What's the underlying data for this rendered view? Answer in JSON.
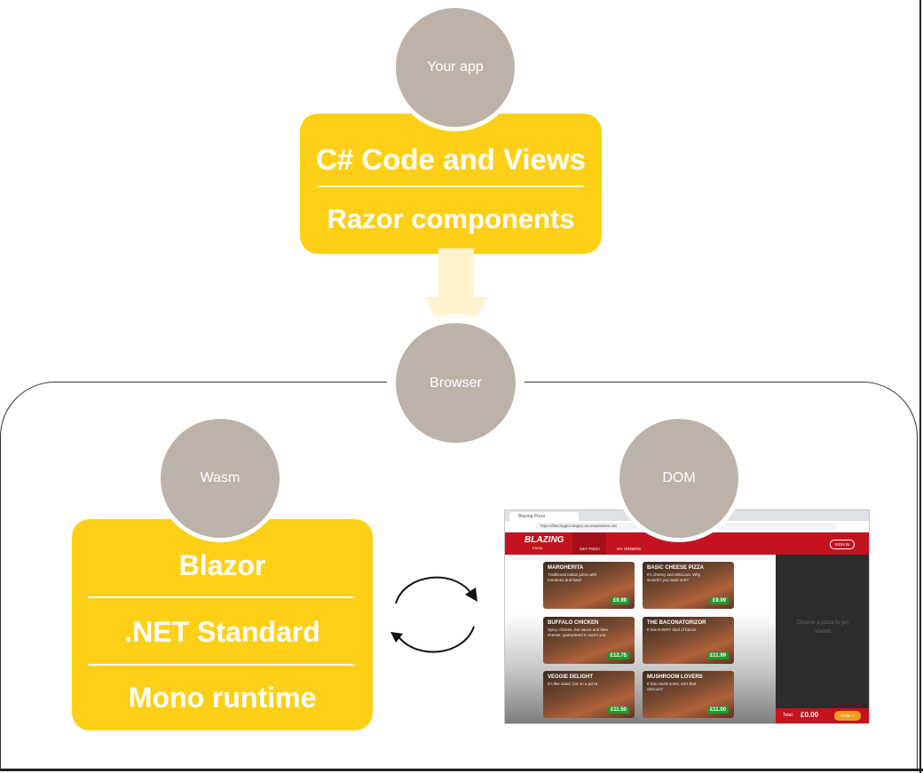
{
  "nodes": {
    "your_app": "Your app",
    "browser": "Browser",
    "wasm": "Wasm",
    "dom": "DOM"
  },
  "app_box": {
    "lines": [
      "C# Code and Views",
      "Razor components"
    ]
  },
  "wasm_box": {
    "lines": [
      "Blazor",
      ".NET Standard",
      "Mono runtime"
    ]
  },
  "screenshot": {
    "tab_title": "Blazing Pizza",
    "url": "https://blazingpizzaapp1.azurewebsites.net",
    "logo": "BLAZING",
    "logo_sub": "PIZZA",
    "nav": [
      "GET PIZZA",
      "MY ORDERS"
    ],
    "sign_in": "SIGN IN",
    "side_note": "Choose a pizza to get started",
    "total_label": "Total:",
    "total_value": "£0.00",
    "order_button": "Order >",
    "pizzas": [
      {
        "name": "MARGHERITA",
        "desc": "Traditional Italian pizza with tomatoes and basil",
        "price": "£9.99"
      },
      {
        "name": "BASIC CHEESE PIZZA",
        "desc": "It's cheesy and delicious. Why wouldn't you want one?",
        "price": "£9.99"
      },
      {
        "name": "BUFFALO CHICKEN",
        "desc": "Spicy chicken, hot sauce and bleu cheese, guaranteed to warm you",
        "price": "£12.75"
      },
      {
        "name": "THE BACONATORIZOR",
        "desc": "It has EVERY kind of bacon",
        "price": "£11.99"
      },
      {
        "name": "VEGGIE DELIGHT",
        "desc": "It's like salad, but on a pizza",
        "price": "£11.50"
      },
      {
        "name": "MUSHROOM LOVERS",
        "desc": "It has mushrooms. Isn't that obvious?",
        "price": "£11.00"
      }
    ]
  },
  "colors": {
    "accent_yellow": "#fdd017",
    "circle_taupe": "#bdb2a8",
    "arrow_cream": "#fef3cd",
    "pizza_red": "#c4121f"
  }
}
